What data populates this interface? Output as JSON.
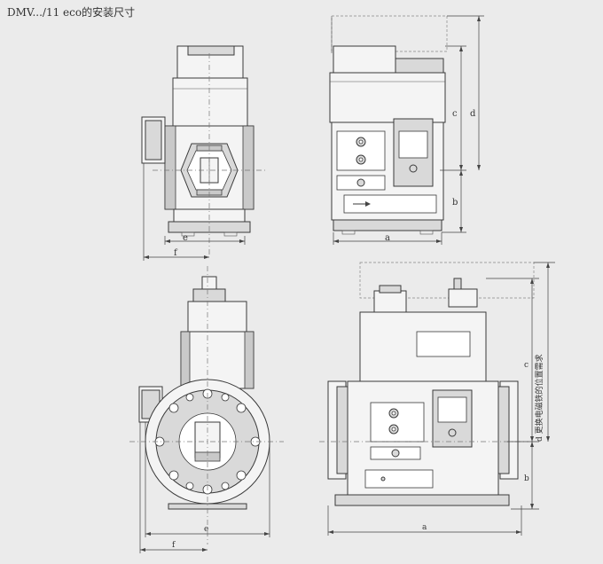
{
  "title": "DMV.../11 eco的安装尺寸",
  "labels": {
    "e": "e",
    "f": "f",
    "a": "a",
    "b": "b",
    "c": "c",
    "d": "d",
    "d_note": "d 更换电磁铁的位置需求"
  }
}
